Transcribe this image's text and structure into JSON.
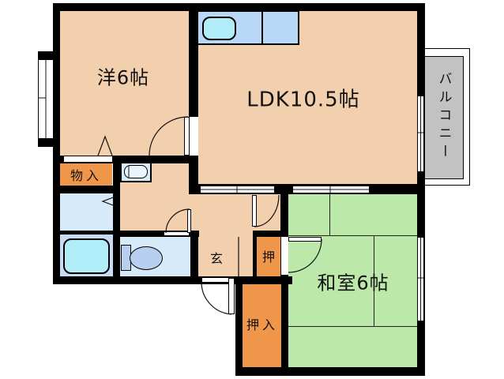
{
  "plan": {
    "rooms": {
      "western_room": {
        "label": "洋6帖"
      },
      "ldk": {
        "label": "LDK10.5帖"
      },
      "japanese_room": {
        "label": "和室6帖"
      },
      "balcony": {
        "label": "バルコニー"
      },
      "storage": {
        "label": "物入"
      },
      "entrance": {
        "label": "玄"
      },
      "closet_upper": {
        "label": "押"
      },
      "futon_closet": {
        "label": "押入"
      }
    },
    "fixtures": {
      "kitchen_sink": "kitchen-sink",
      "washbasin": "washbasin",
      "bathtub": "bathtub",
      "toilet": "toilet"
    },
    "colors": {
      "wall": "#000000",
      "room_peach": "#f2d0ae",
      "closet_orange": "#f0964b",
      "tatami_green": "#bce9a9",
      "balcony_gray": "#c2c2c2",
      "counter_blue": "#b9d8f7",
      "fixture_cyan": "#b0edf8",
      "wet_blue": "#d7eafa",
      "bath_blue": "#c8dbf4",
      "toilet_blue": "#b7d0ef"
    }
  }
}
